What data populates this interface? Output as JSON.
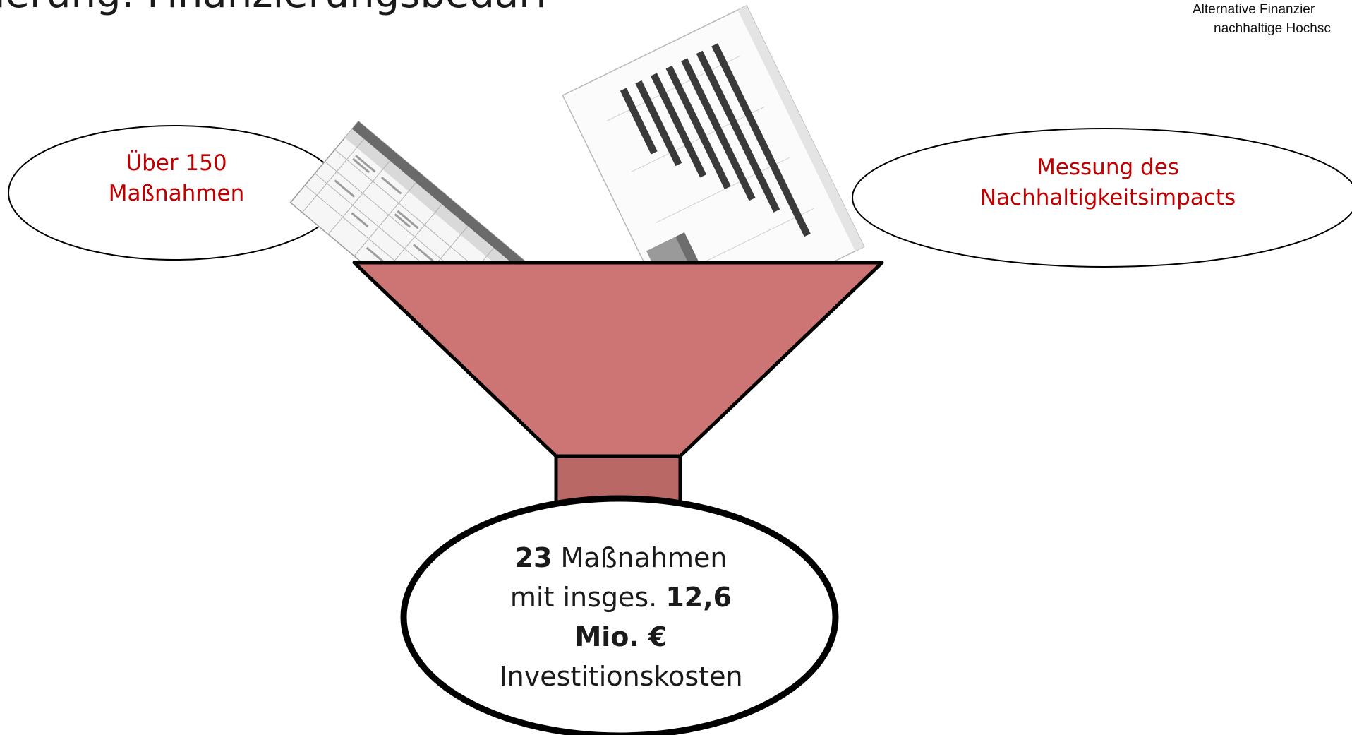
{
  "title": "ierung: Finanzierungsbedarf",
  "header_right": {
    "line1": "Alternative Finanzier",
    "line2": "nachhaltige Hochsc"
  },
  "left_bubble": {
    "line1": "Über 150",
    "line2": "Maßnahmen"
  },
  "right_bubble": {
    "line1": "Messung des",
    "line2": "Nachhaltigkeitsimpacts"
  },
  "result": {
    "count": "23",
    "count_label": " Maßnahmen",
    "line2_prefix": "mit insges. ",
    "amount": "12,6",
    "amount_unit": "Mio. €",
    "cost_label": "Investitionskosten"
  },
  "colors": {
    "funnel_fill": "#cd7574",
    "funnel_neck": "#b96866",
    "bubble_text": "#c00000",
    "outline": "#000000"
  },
  "icons": [
    "table-document-image",
    "bar-chart-document-image"
  ]
}
